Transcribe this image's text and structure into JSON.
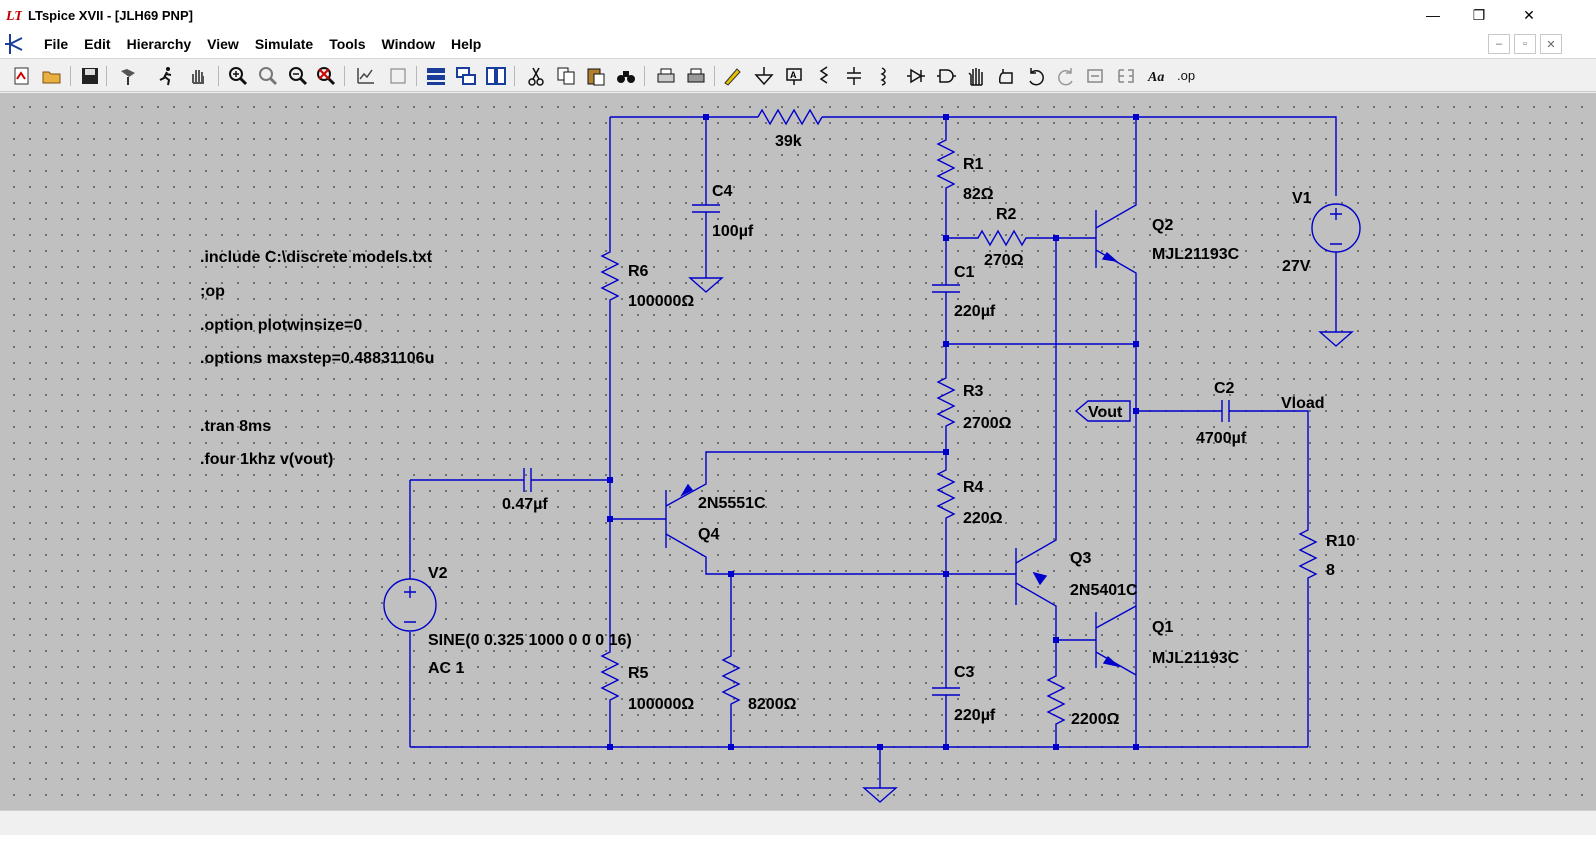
{
  "window": {
    "title": "LTspice XVII - [JLH69 PNP]",
    "minimize": "—",
    "maximize": "❐",
    "close": "✕"
  },
  "menu": [
    "File",
    "Edit",
    "Hierarchy",
    "View",
    "Simulate",
    "Tools",
    "Window",
    "Help"
  ],
  "mdi": {
    "minimize": "–",
    "restore": "▫",
    "close": "✕"
  },
  "toolbar": {
    "icons": [
      "new-schematic-icon",
      "open-icon",
      "save-icon",
      "control-panel-icon",
      "run-icon",
      "halt-icon",
      "zoom-in-icon",
      "zoom-pan-icon",
      "zoom-out-icon",
      "zoom-cancel-icon",
      "autorange-icon",
      "close-plot-icon",
      "tile-horizontal-icon",
      "cascade-icon",
      "tile-vertical-icon",
      "cut-icon",
      "copy-icon",
      "paste-icon",
      "find-icon",
      "print-icon",
      "print-setup-icon",
      "draw-wire-icon",
      "ground-icon",
      "label-net-icon",
      "resistor-icon",
      "capacitor-icon",
      "inductor-icon",
      "diode-icon",
      "component-icon",
      "move-icon",
      "drag-icon",
      "undo-icon",
      "redo-icon",
      "rotate-icon",
      "mirror-icon",
      "text-icon",
      "spice-directive-icon"
    ],
    "text_label": "Aa",
    "op_label": ".op"
  },
  "schematic": {
    "directives": {
      "include": ".include C:\\discrete models.txt",
      "op": ";op",
      "plotwinsize": ".option plotwinsize=0",
      "maxstep": ".options maxstep=0.48831106u",
      "tran": ".tran 8ms",
      "four": ".four 1khz v(vout)"
    },
    "components": {
      "r_top": {
        "value": "39k"
      },
      "c4": {
        "name": "C4",
        "value": "100µf"
      },
      "r6": {
        "name": "R6",
        "value": "100000Ω"
      },
      "r1": {
        "name": "R1",
        "value": "82Ω"
      },
      "r2": {
        "name": "R2",
        "value": "270Ω"
      },
      "c1": {
        "name": "C1",
        "value": "220µf"
      },
      "q2": {
        "name": "Q2",
        "model": "MJL21193C"
      },
      "v1": {
        "name": "V1",
        "value": "27V"
      },
      "r3": {
        "name": "R3",
        "value": "2700Ω"
      },
      "c2": {
        "name": "C2",
        "value": "4700µf"
      },
      "vload": {
        "label": "Vload"
      },
      "vout": {
        "label": "Vout"
      },
      "c_in": {
        "value": "0.47µf"
      },
      "q4": {
        "name": "Q4",
        "model": "2N5551C"
      },
      "r4": {
        "name": "R4",
        "value": "220Ω"
      },
      "q3": {
        "name": "Q3",
        "model": "2N5401C"
      },
      "r10": {
        "name": "R10",
        "value": "8"
      },
      "v2": {
        "name": "V2",
        "value": "SINE(0 0.325 1000 0 0 0 16)",
        "ac": "AC 1"
      },
      "q1": {
        "name": "Q1",
        "model": "MJL21193C"
      },
      "r5": {
        "name": "R5",
        "value": "100000Ω"
      },
      "r_8200": {
        "value": "8200Ω"
      },
      "c3": {
        "name": "C3",
        "value": "220µf"
      },
      "r_2200": {
        "value": "2200Ω"
      }
    }
  },
  "colors": {
    "wire": "#0000cc",
    "junction": "#0000cc",
    "background": "#c0c0c0"
  }
}
